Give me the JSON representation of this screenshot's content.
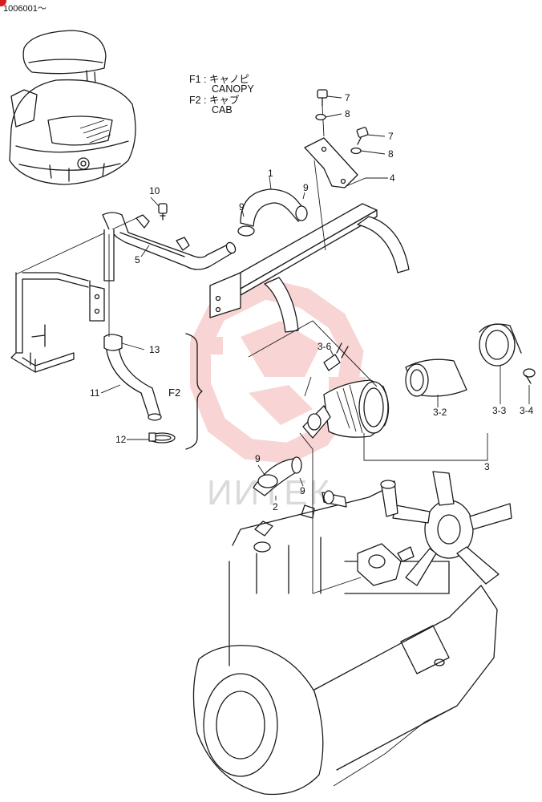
{
  "header": {
    "serial_range": "1006001～"
  },
  "legend": [
    {
      "code": "F1 : キャノピ",
      "name": "CANOPY"
    },
    {
      "code": "F2 : キャブ",
      "name": "CAB"
    }
  ],
  "group_label": "F2",
  "watermark": {
    "text": "ИИТЕК",
    "color": "#e04040"
  },
  "callouts": {
    "p1": "1",
    "p2": "2",
    "p3": "3",
    "p3_2": "3-2",
    "p3_3": "3-3",
    "p3_4": "3-4",
    "p3_6": "3-6",
    "p4": "4",
    "p5": "5",
    "p7a": "7",
    "p7b": "7",
    "p8a": "8",
    "p8b": "8",
    "p9a": "9",
    "p9b": "9",
    "p9c": "9",
    "p9d": "9",
    "p10": "10",
    "p11": "11",
    "p12": "12",
    "p13": "13"
  },
  "colors": {
    "line": "#1a1a1a",
    "marker": "#d21f1f"
  }
}
